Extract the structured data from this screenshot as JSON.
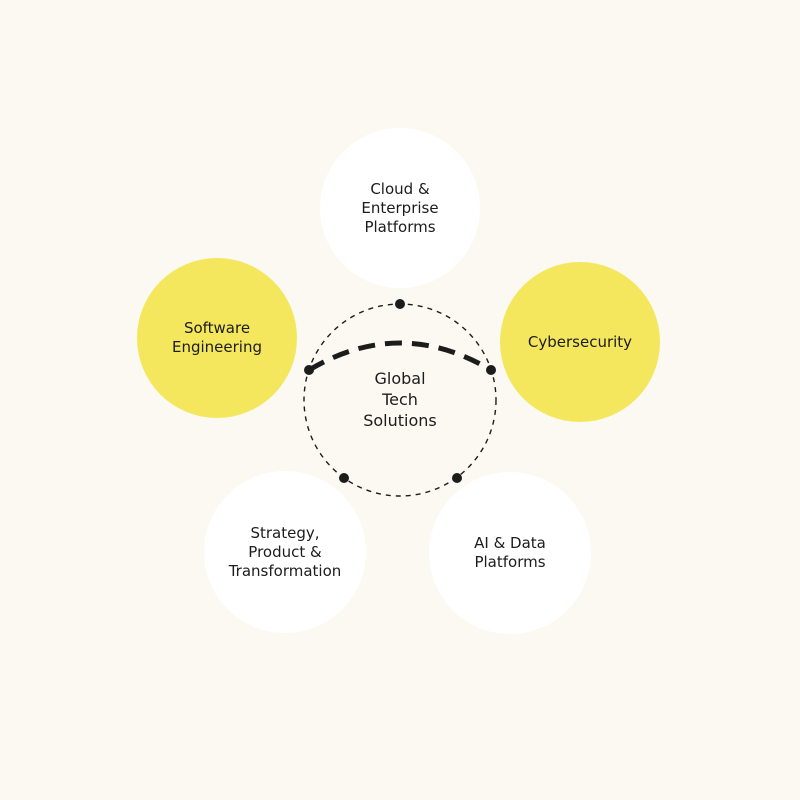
{
  "diagram": {
    "center": {
      "label": "Global\nTech\nSolutions"
    },
    "nodes": [
      {
        "id": "cloud",
        "label": "Cloud &\nEnterprise\nPlatforms",
        "highlight": false
      },
      {
        "id": "software",
        "label": "Software\nEngineering",
        "highlight": true
      },
      {
        "id": "cyber",
        "label": "Cybersecurity",
        "highlight": true
      },
      {
        "id": "strategy",
        "label": "Strategy,\nProduct &\nTransformation",
        "highlight": false
      },
      {
        "id": "ai",
        "label": "AI & Data\nPlatforms",
        "highlight": false
      }
    ]
  },
  "colors": {
    "background": "#fbf9f2",
    "node_white": "#ffffff",
    "node_highlight": "#f4e75e",
    "text": "#1c1c1c",
    "connector": "#1c1c1c"
  }
}
